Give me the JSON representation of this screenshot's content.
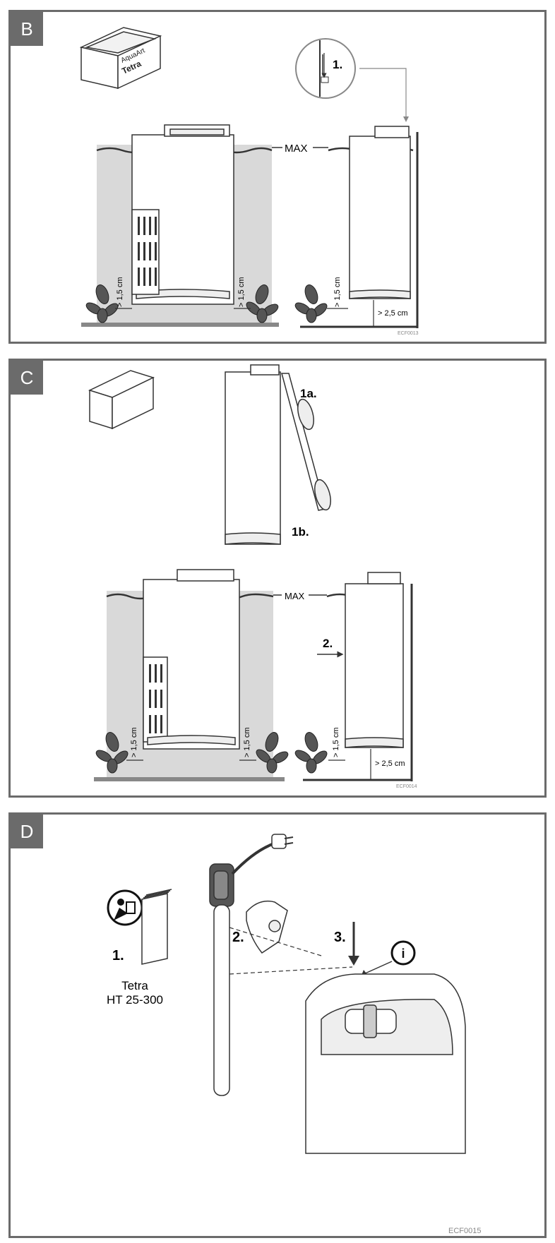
{
  "panels": [
    {
      "id": "B",
      "label": "B",
      "logo_text": [
        "AquaArt",
        "Tetra"
      ],
      "max_label": "MAX",
      "step": "1.",
      "gap_left": "> 1,5 cm",
      "gap_right": "> 1,5 cm",
      "gap_side": "> 1,5 cm",
      "gap_bottom": "> 2,5 cm",
      "code": "ECF0013"
    },
    {
      "id": "C",
      "label": "C",
      "step_1a": "1a.",
      "step_1b": "1b.",
      "step_2": "2.",
      "max_label": "MAX",
      "gap_left": "> 1,5 cm",
      "gap_right": "> 1,5 cm",
      "gap_side": "> 1,5 cm",
      "gap_bottom": "> 2,5 cm",
      "code": "ECF0014"
    },
    {
      "id": "D",
      "label": "D",
      "step_1": "1.",
      "step_2": "2.",
      "step_3": "3.",
      "heater_brand": "Tetra",
      "heater_model": "HT 25-300",
      "info_symbol": "i",
      "code": "ECF0015"
    }
  ],
  "colors": {
    "frame": "#6b6b6b",
    "water": "#d9d9d9",
    "line": "#333333"
  }
}
